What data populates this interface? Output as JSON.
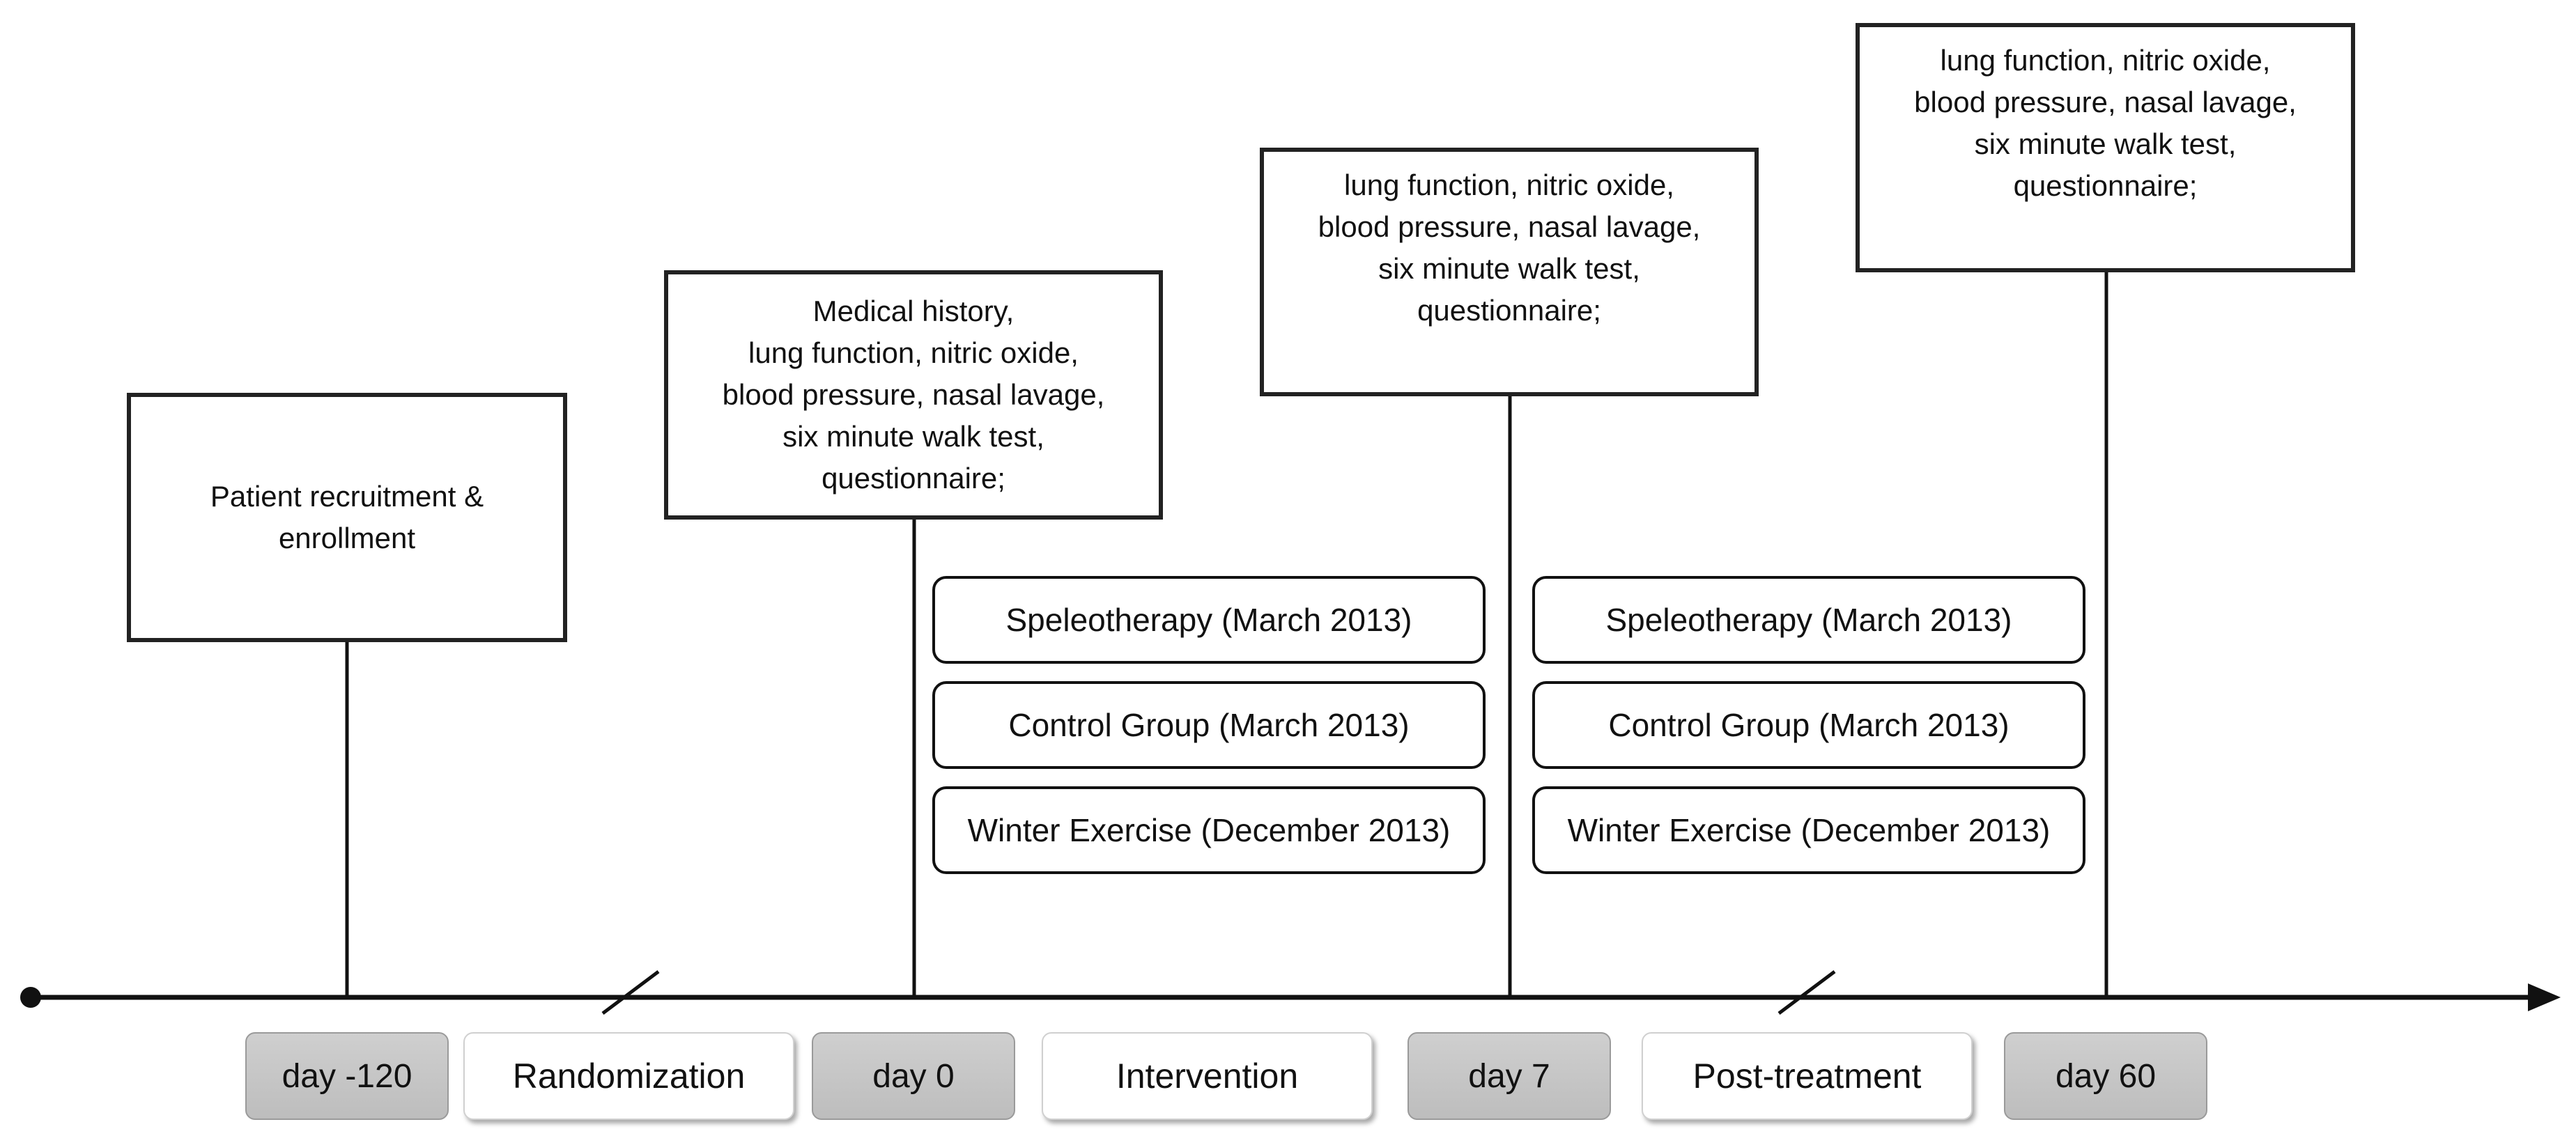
{
  "milestone_boxes": {
    "enrollment": "Patient recruitment &\nenrollment",
    "baseline": "Medical history,\nlung function,  nitric oxide,\nblood pressure,  nasal lavage,\nsix minute walk test,\nquestionnaire;",
    "day7": "lung function,  nitric oxide,\nblood pressure,  nasal lavage,\nsix minute walk test,\nquestionnaire;",
    "day60": "lung function,  nitric oxide,\nblood pressure,  nasal lavage,\nsix minute walk test,\nquestionnaire;"
  },
  "intervention_groups": {
    "speleotherapy": "Speleotherapy (March 2013)",
    "control": "Control Group (March 2013)",
    "winter": "Winter Exercise (December 2013)"
  },
  "timeline": {
    "day_minus_120": "day -120",
    "day_0": "day 0",
    "day_7": "day 7",
    "day_60": "day 60",
    "randomization": "Randomization",
    "intervention": "Intervention",
    "post_treatment": "Post-treatment"
  }
}
